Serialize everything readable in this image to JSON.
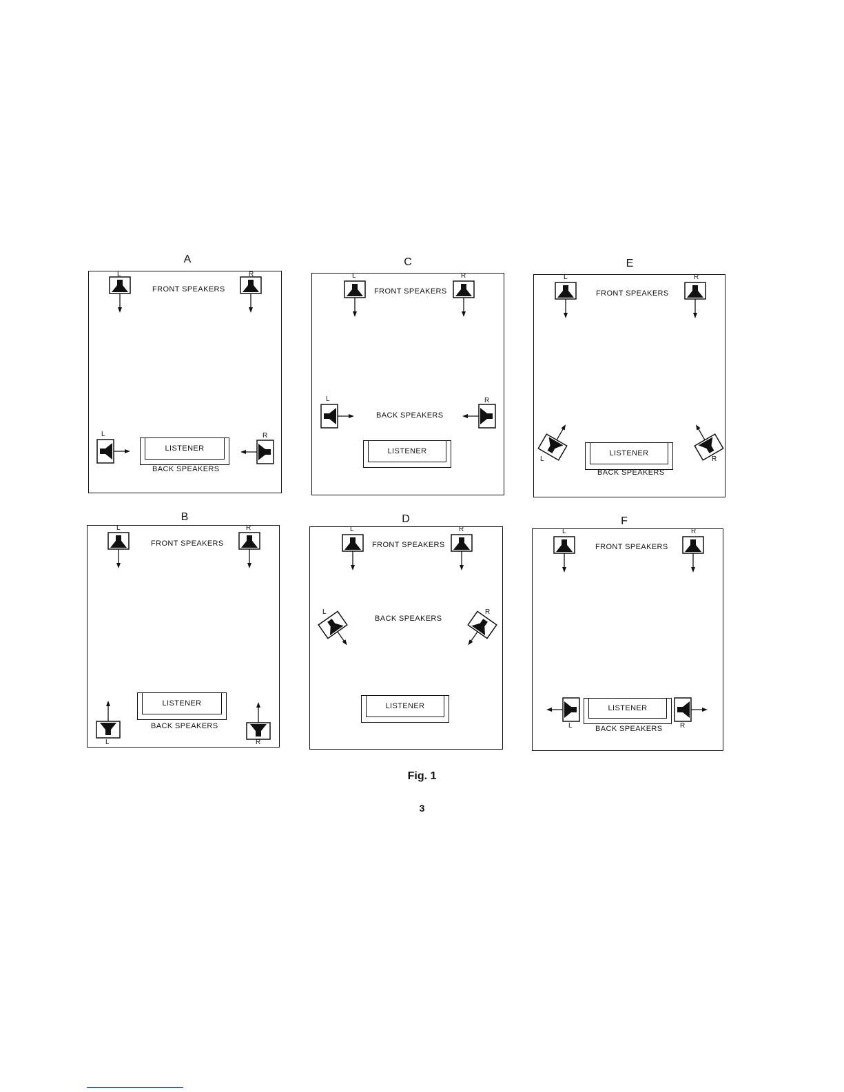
{
  "figure": {
    "caption": "Fig. 1",
    "page_number": "3"
  },
  "common": {
    "front_speakers": "FRONT SPEAKERS",
    "back_speakers": "BACK SPEAKERS",
    "listener": "LISTENER",
    "left": "L",
    "right": "R"
  },
  "panels": [
    {
      "id": "A",
      "title": "A",
      "back_orientation": "side-facing-inward-beside-listener"
    },
    {
      "id": "B",
      "title": "B",
      "back_orientation": "facing-front-behind-listener"
    },
    {
      "id": "C",
      "title": "C",
      "back_orientation": "side-facing-inward-midroom"
    },
    {
      "id": "D",
      "title": "D",
      "back_orientation": "angled-toward-listener-midroom"
    },
    {
      "id": "E",
      "title": "E",
      "back_orientation": "angled-toward-front-beside-listener"
    },
    {
      "id": "F",
      "title": "F",
      "back_orientation": "side-facing-outward-beside-listener"
    }
  ]
}
